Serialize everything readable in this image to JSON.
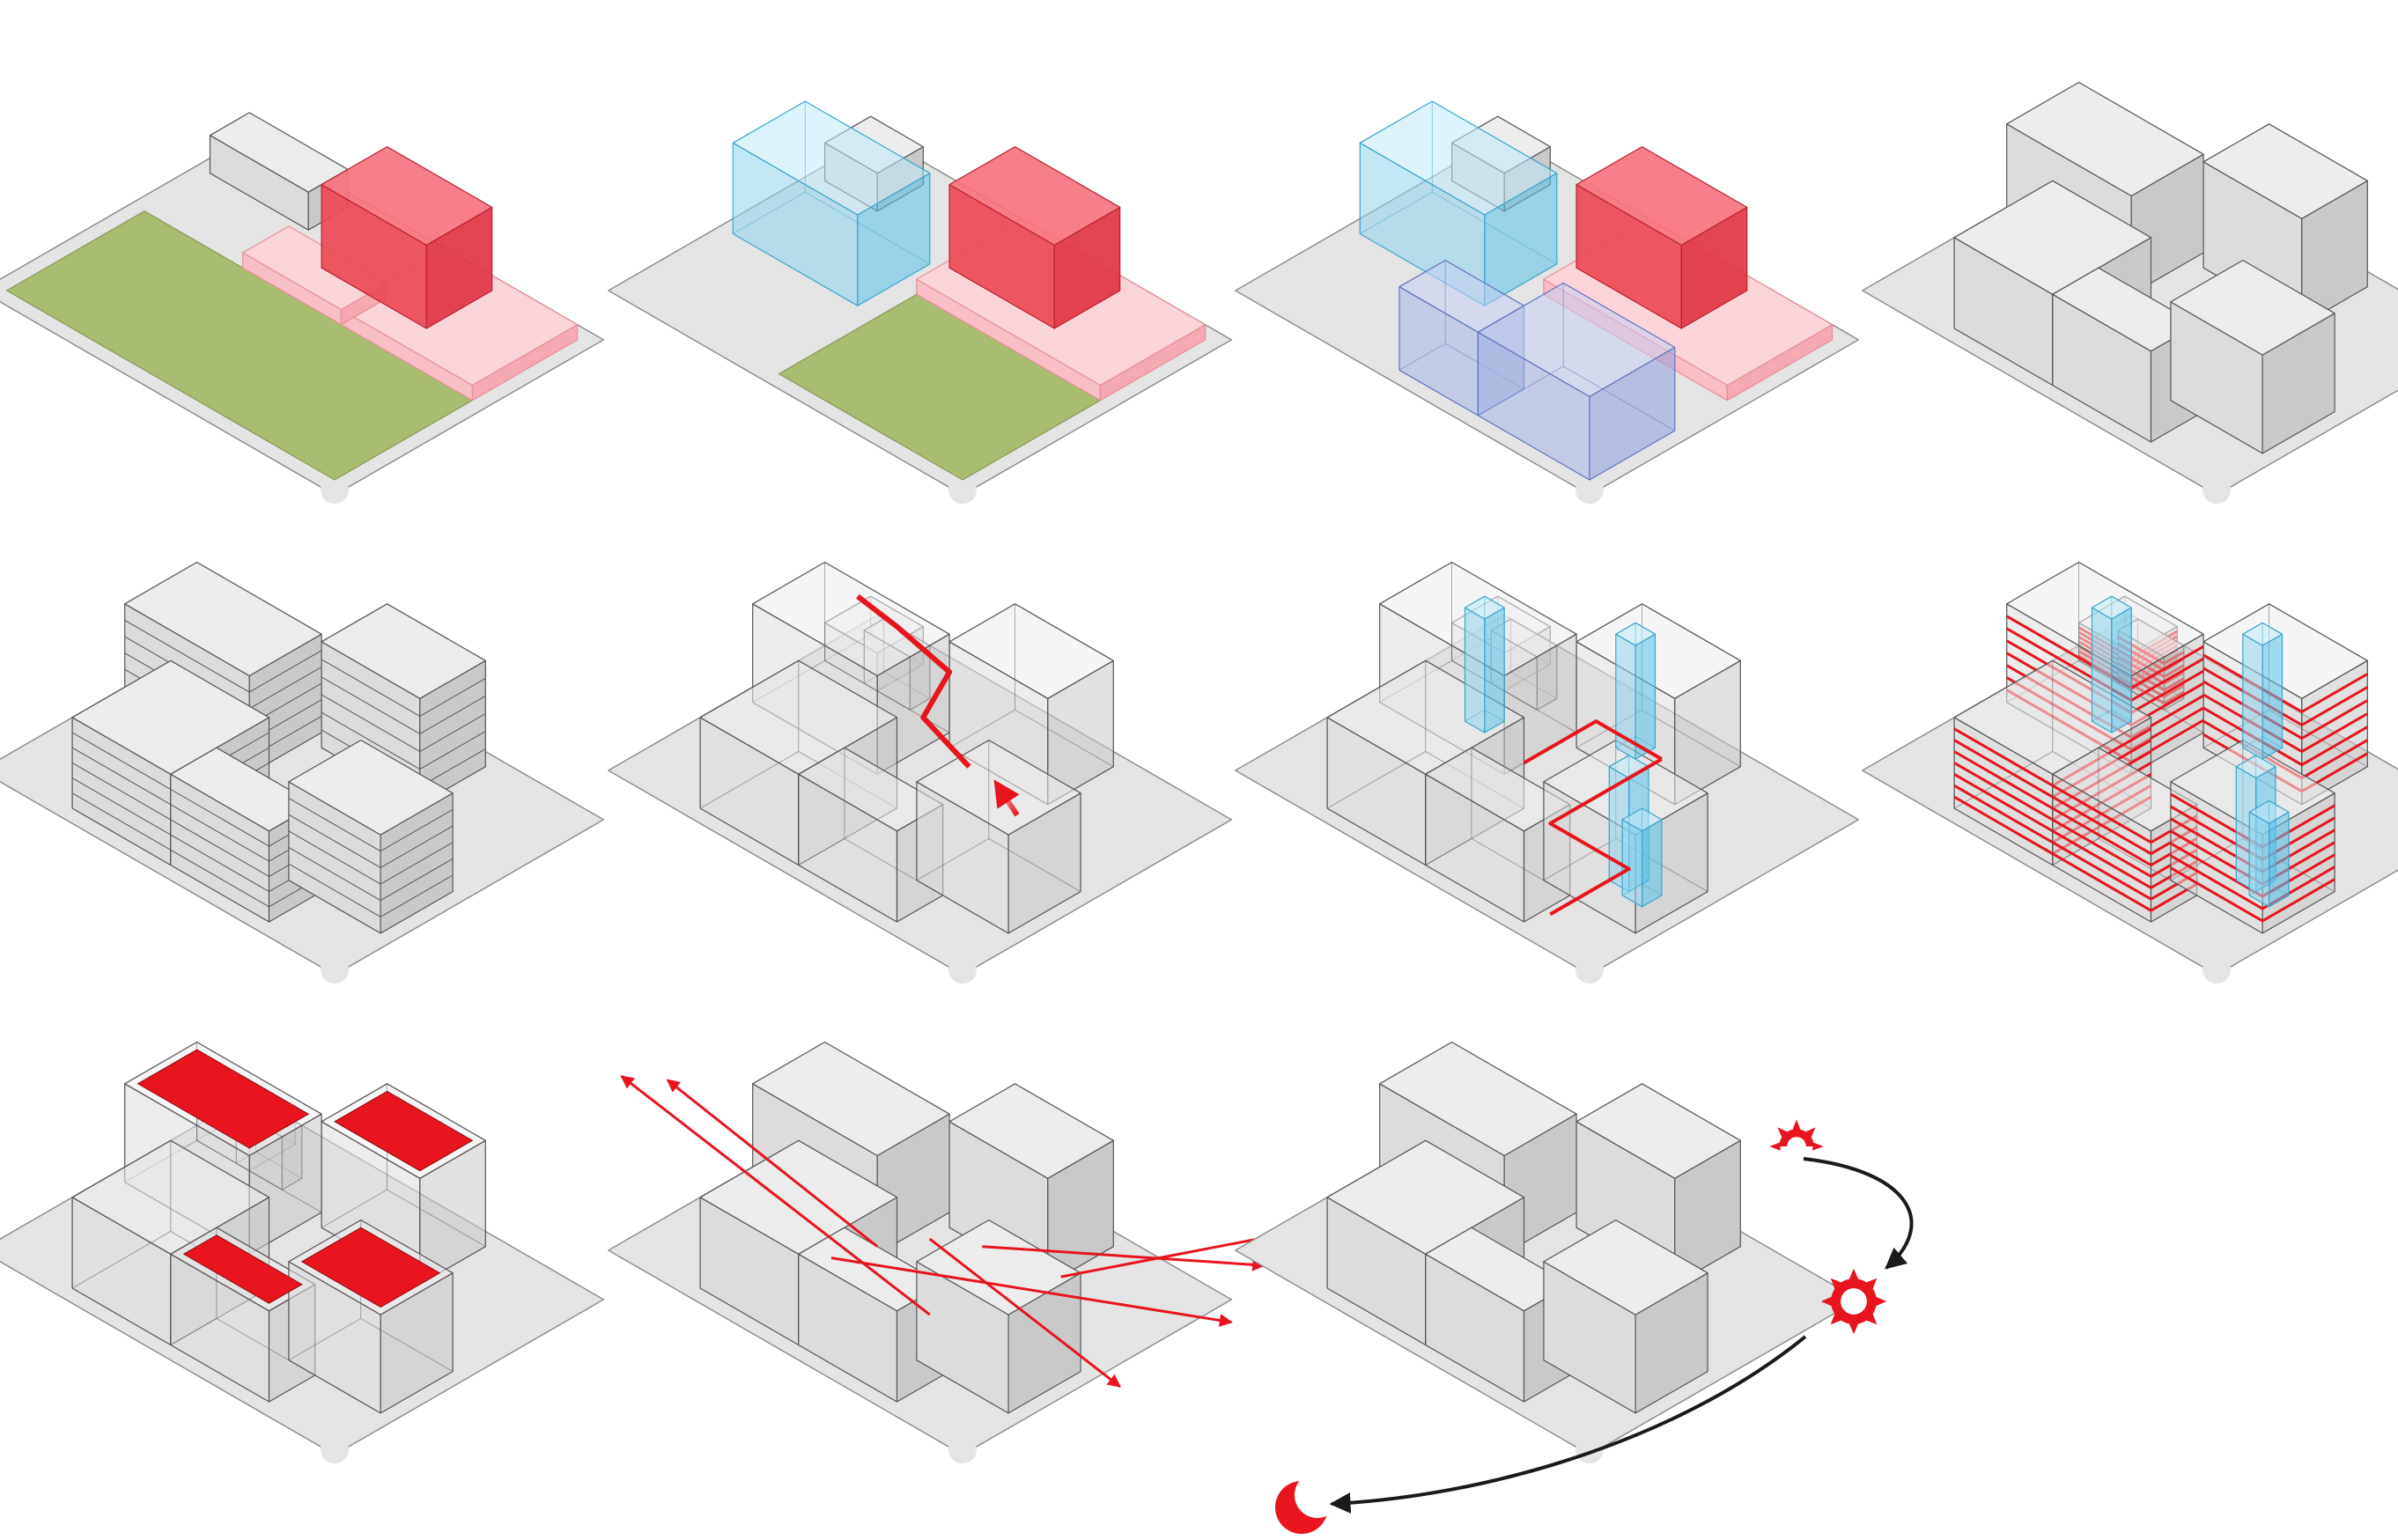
{
  "diagram": {
    "colors": {
      "background": "#ffffff",
      "site_ground": "#e4e4e4",
      "site_stroke": "#8f8f8f",
      "green_space": "#a8bd70",
      "building_top": "#ececec",
      "building_left": "#dcdcdc",
      "building_right": "#c9c9c9",
      "building_edge": "#555555",
      "pink_top": "#fdd3d8",
      "pink_left": "#fbbcc3",
      "pink_right": "#f6a4ae",
      "red_top": "#f7737f",
      "red_left": "#ec4a57",
      "red_right": "#e23543",
      "cyan_top": "#bfeaf8",
      "cyan_left": "#8fd6ef",
      "cyan_right": "#57c3ea",
      "blue_top": "#c6cff0",
      "blue_left": "#a7b6e6",
      "blue_right": "#8e9fd9",
      "accent_red": "#e8141e",
      "arrow_black": "#1a1a1a"
    },
    "panels": [
      {
        "id": "p1",
        "variant": "green-site-with-pink-and-red-blocks"
      },
      {
        "id": "p2",
        "variant": "green-site-with-cyan-pink-red-blocks"
      },
      {
        "id": "p3",
        "variant": "blue-cyan-pink-red-blocks"
      },
      {
        "id": "p4",
        "variant": "grey-massing"
      },
      {
        "id": "p5",
        "variant": "grey-massing-floor-lines"
      },
      {
        "id": "p6",
        "variant": "transparent-massing-red-circulation-path"
      },
      {
        "id": "p7",
        "variant": "transparent-massing-cyan-cores-red-corridors"
      },
      {
        "id": "p8",
        "variant": "transparent-massing-red-floor-lines-cyan-cores"
      },
      {
        "id": "p9",
        "variant": "transparent-massing-red-roof-terraces"
      },
      {
        "id": "p10",
        "variant": "grey-massing-red-view-arrows"
      },
      {
        "id": "p11",
        "variant": "grey-massing-sun-path"
      }
    ],
    "icons": [
      "sunrise-icon",
      "sun-icon",
      "moon-icon"
    ]
  }
}
